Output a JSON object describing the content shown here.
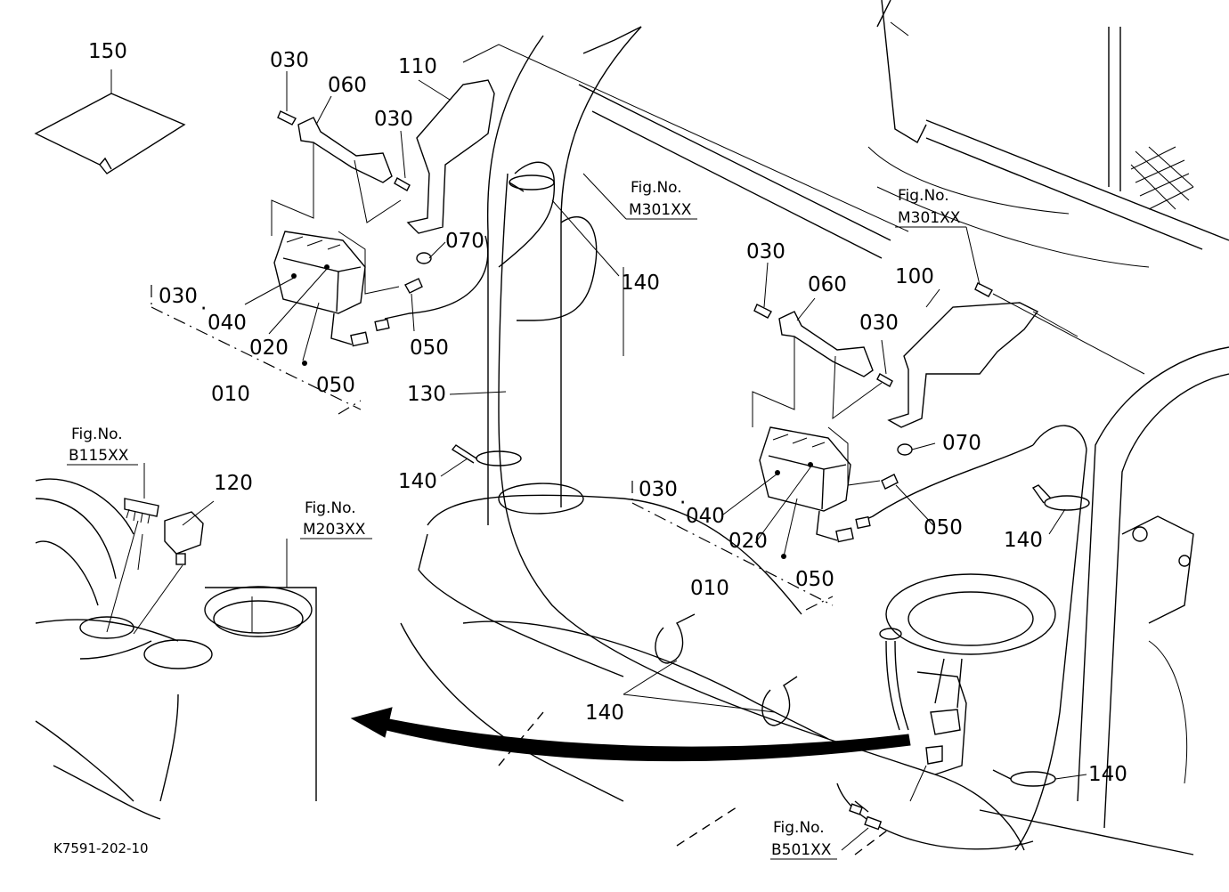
{
  "diagram": {
    "drawing_code": "K7591-202-10",
    "part_numbers": {
      "p150": "150",
      "p110": "110",
      "p030_top": "030",
      "p060_left": "060",
      "p030_left_mid": "030",
      "p070_left": "070",
      "p140_top": "140",
      "p030_left_kit": "030",
      "p040_left": "040",
      "p020_left": "020",
      "p050_left_bolt": "050",
      "p050_left_kit": "050",
      "p010_left": "010",
      "p130": "130",
      "p140_left_mid": "140",
      "p120": "120",
      "p030_right_top": "030",
      "p060_right": "060",
      "p100": "100",
      "p030_right_mid": "030",
      "p070_right": "070",
      "p030_right_kit": "030",
      "p040_right": "040",
      "p020_right": "020",
      "p050_right_bolt": "050",
      "p050_right_kit": "050",
      "p010_right": "010",
      "p140_right": "140",
      "p140_bottom": "140",
      "p140_bottom_right": "140"
    },
    "dot_separator": "·",
    "figure_refs": {
      "m301_left": {
        "label": "Fig.No.",
        "code": "M301XX"
      },
      "m301_right": {
        "label": "Fig.No.",
        "code": "M301XX"
      },
      "b115": {
        "label": "Fig.No.",
        "code": "B115XX"
      },
      "m203": {
        "label": "Fig.No.",
        "code": "M203XX"
      },
      "b501": {
        "label": "Fig.No.",
        "code": "B501XX"
      }
    }
  }
}
